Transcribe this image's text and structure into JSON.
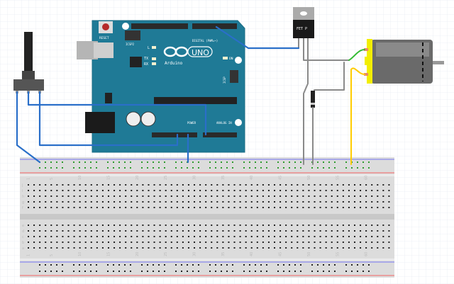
{
  "arduino": {
    "reset_label": "RESET",
    "icsp2_label": "ICSP2",
    "icsp_label": "ICSP",
    "led_l": "L",
    "led_tx": "TX",
    "led_rx": "RX",
    "led_on": "ON",
    "brand": "Arduino",
    "model": "UNO",
    "digital_label": "DIGITAL (PWM=~)",
    "power_label": "POWER",
    "analog_label": "ANALOG IN",
    "color": "#1f7a96"
  },
  "mosfet": {
    "label": "FET P"
  },
  "breadboard": {
    "column_labels": [
      "1",
      "5",
      "10",
      "15",
      "20",
      "25",
      "30",
      "35",
      "40",
      "45",
      "50",
      "55",
      "60"
    ],
    "row_labels_top": [
      "j",
      "i",
      "h",
      "g",
      "f"
    ],
    "row_labels_bottom": [
      "e",
      "d",
      "c",
      "b",
      "a"
    ]
  },
  "colors": {
    "wire_blue": "#2a6fc9",
    "wire_gray": "#8a8a8a",
    "wire_yellow": "#ffcc00",
    "wire_green": "#33bb33",
    "motor": "#6a6a6a",
    "motor_cap": "#f2ee00"
  }
}
